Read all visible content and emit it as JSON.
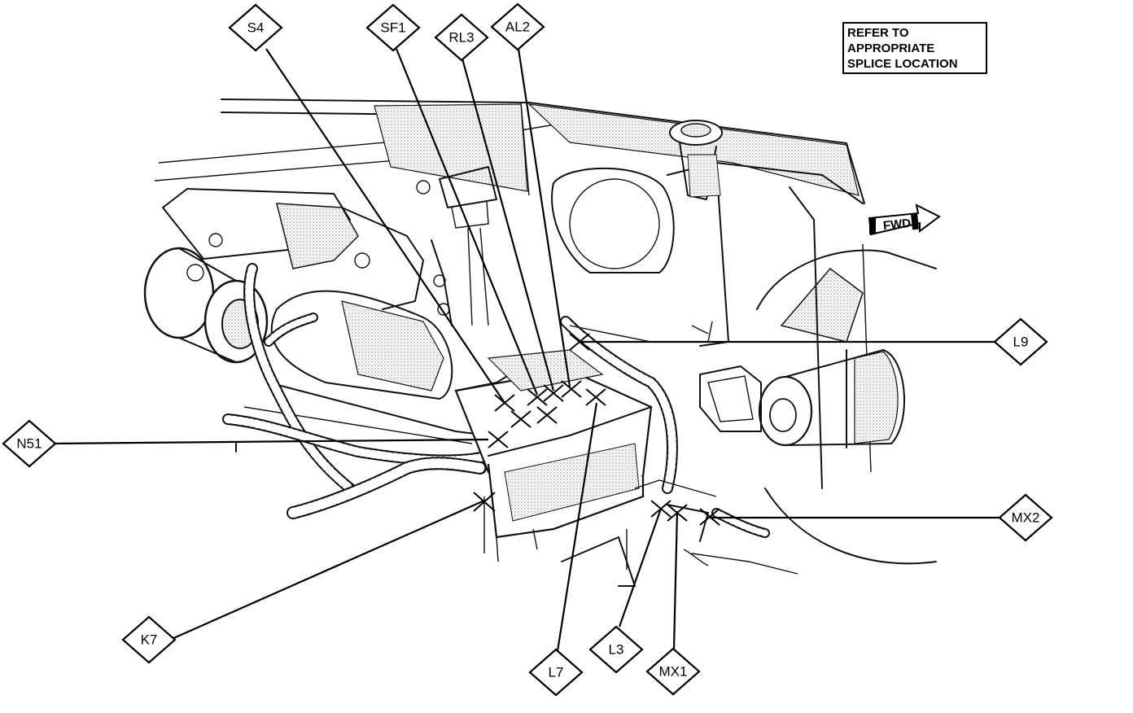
{
  "note": {
    "lines": [
      "REFER TO",
      "APPROPRIATE",
      "SPLICE LOCATION"
    ]
  },
  "direction_arrow": {
    "label": "FWD"
  },
  "callouts": [
    {
      "id": "s4",
      "label": "S4"
    },
    {
      "id": "sf1",
      "label": "SF1"
    },
    {
      "id": "rl3",
      "label": "RL3"
    },
    {
      "id": "al2",
      "label": "AL2"
    },
    {
      "id": "l9",
      "label": "L9"
    },
    {
      "id": "n51",
      "label": "N51"
    },
    {
      "id": "mx2",
      "label": "MX2"
    },
    {
      "id": "k7",
      "label": "K7"
    },
    {
      "id": "l7",
      "label": "L7"
    },
    {
      "id": "l3",
      "label": "L3"
    },
    {
      "id": "mx1",
      "label": "MX1"
    }
  ],
  "colors": {
    "ink": "#111111",
    "shade": "#d8d8d8",
    "background": "#ffffff"
  }
}
